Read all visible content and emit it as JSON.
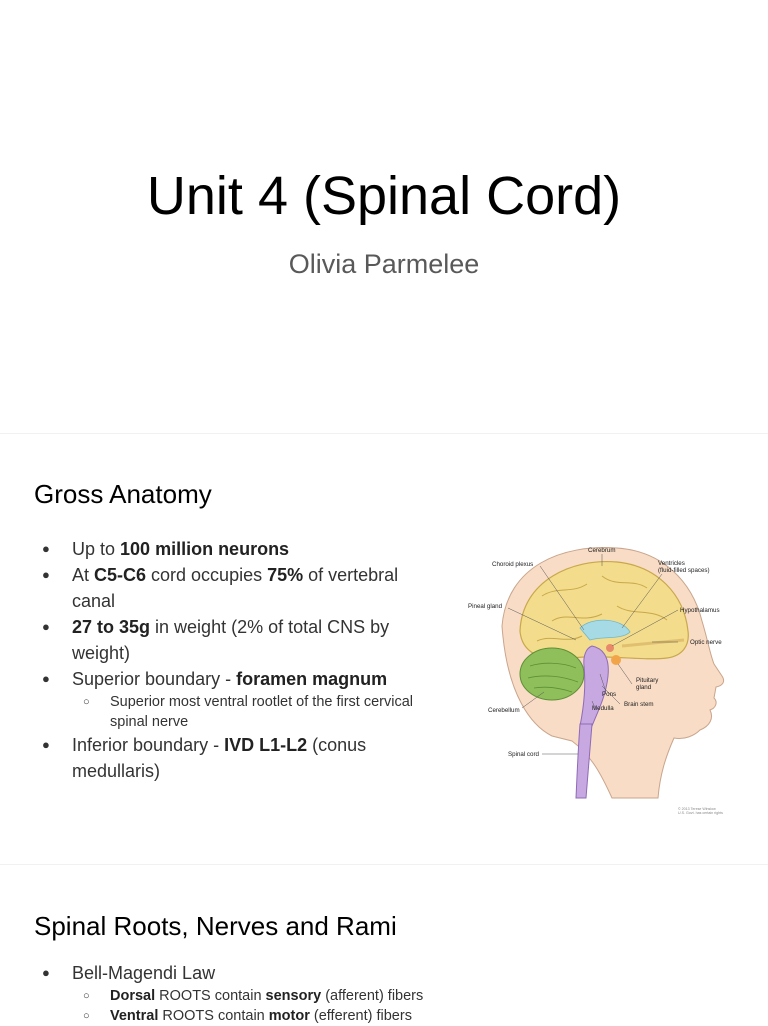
{
  "title_slide": {
    "title": "Unit 4 (Spinal Cord)",
    "author": "Olivia Parmelee"
  },
  "gross_anatomy": {
    "title": "Gross Anatomy",
    "bullets": [
      {
        "level": 1,
        "runs": [
          {
            "t": "Up to ",
            "b": false
          },
          {
            "t": "100 million neurons",
            "b": true
          }
        ]
      },
      {
        "level": 1,
        "runs": [
          {
            "t": "At ",
            "b": false
          },
          {
            "t": "C5-C6",
            "b": true
          },
          {
            "t": " cord occupies ",
            "b": false
          },
          {
            "t": "75%",
            "b": true
          },
          {
            "t": " of vertebral canal",
            "b": false
          }
        ]
      },
      {
        "level": 1,
        "runs": [
          {
            "t": "27 to 35g",
            "b": true
          },
          {
            "t": " in weight (2% of total CNS by weight)",
            "b": false
          }
        ]
      },
      {
        "level": 1,
        "runs": [
          {
            "t": "Superior boundary - ",
            "b": false
          },
          {
            "t": "foramen magnum",
            "b": true
          }
        ]
      },
      {
        "level": 2,
        "runs": [
          {
            "t": "Superior most ventral rootlet of the first cervical spinal nerve",
            "b": false
          }
        ]
      },
      {
        "level": 1,
        "runs": [
          {
            "t": "Inferior boundary - ",
            "b": false
          },
          {
            "t": "IVD L1-L2",
            "b": true
          },
          {
            "t": " (conus medullaris)",
            "b": false
          }
        ]
      }
    ],
    "figure": {
      "labels": {
        "cerebrum": "Cerebrum",
        "choroid_plexus": "Choroid plexus",
        "ventricles_1": "Ventricles",
        "ventricles_2": "(fluid-filled spaces)",
        "pineal_gland": "Pineal gland",
        "hypothalamus": "Hypothalamus",
        "optic_nerve": "Optic nerve",
        "pituitary_1": "Pituitary",
        "pituitary_2": "gland",
        "pons": "Pons",
        "brain_stem": "Brain stem",
        "cerebellum": "Cerebellum",
        "medulla": "Medulla",
        "spinal_cord": "Spinal cord",
        "copyright_1": "© 2013 Terese Winslow",
        "copyright_2": "U.S. Govt. has certain rights"
      }
    }
  },
  "spinal_roots": {
    "title": "Spinal Roots, Nerves and Rami",
    "bullets": [
      {
        "level": 1,
        "runs": [
          {
            "t": "Bell-Magendi Law",
            "b": false
          }
        ]
      },
      {
        "level": 2,
        "runs": [
          {
            "t": "Dorsal",
            "b": true
          },
          {
            "t": " ROOTS contain ",
            "b": false
          },
          {
            "t": "sensory",
            "b": true
          },
          {
            "t": " (afferent) fibers",
            "b": false
          }
        ]
      },
      {
        "level": 2,
        "runs": [
          {
            "t": "Ventral",
            "b": true
          },
          {
            "t": " ROOTS contain ",
            "b": false
          },
          {
            "t": "motor",
            "b": true
          },
          {
            "t": " (efferent) fibers",
            "b": false
          }
        ]
      }
    ]
  }
}
